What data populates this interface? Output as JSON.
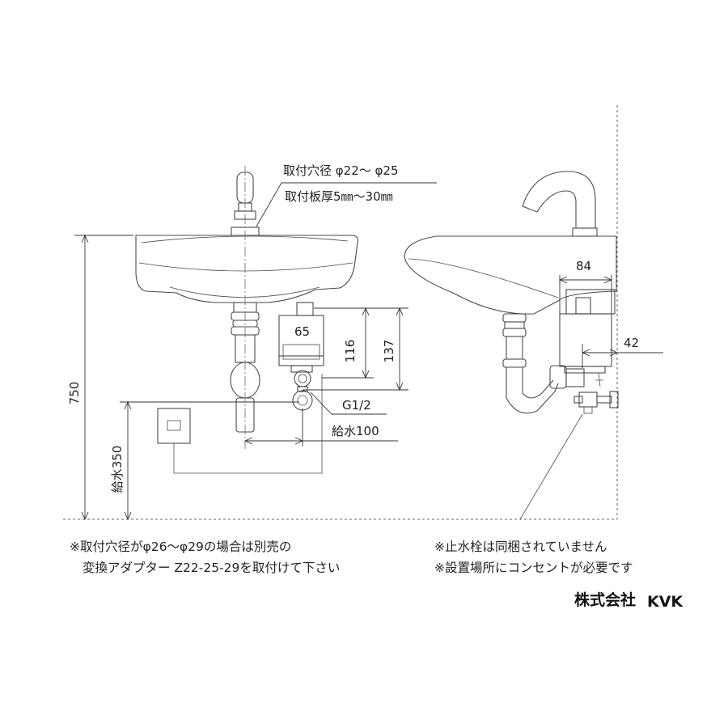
{
  "front_view": {
    "hole_label": "取付穴径 φ22～ φ25",
    "plate_label": "取付板厚5㎜～30㎜",
    "dim_height": "750",
    "dim_supply_height": "給水350",
    "dim_65": "65",
    "dim_116": "116",
    "dim_137": "137",
    "dim_g12": "G1/2",
    "dim_supply100": "給水100"
  },
  "side_view": {
    "dim_84": "84",
    "dim_42": "42"
  },
  "notes": {
    "left_line1": "※取付穴径がφ26～φ29の場合は別売の",
    "left_line2": "変換アダプター Z22-25-29を取付けて下さい",
    "right_line1": "※止水栓は同梱されていません",
    "right_line2": "※設置場所にコンセントが必要です"
  },
  "brand": {
    "company": "株式会社",
    "logo_text": "KVK"
  }
}
